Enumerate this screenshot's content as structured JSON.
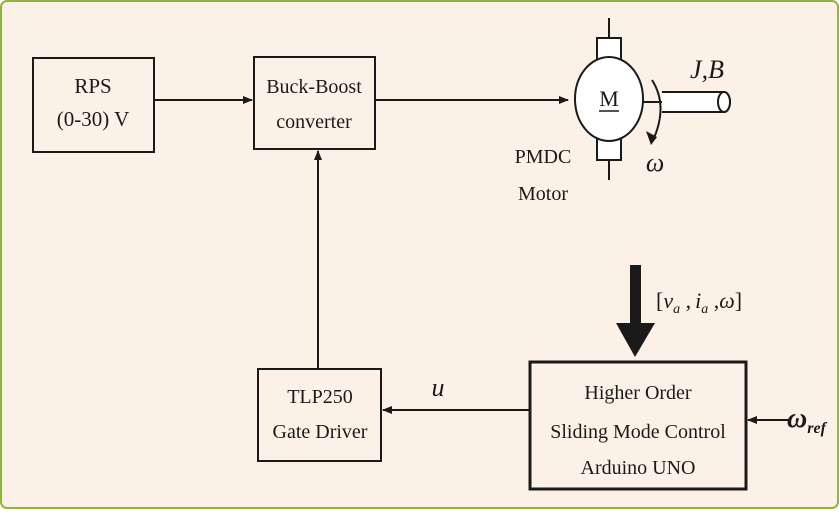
{
  "colors": {
    "background": "#fcf1e6",
    "border": "#8fb53d",
    "stroke": "#1a1a1a"
  },
  "blocks": {
    "rps": {
      "line1": "RPS",
      "line2": "(0-30) V"
    },
    "converter": {
      "line1": "Buck-Boost",
      "line2": "converter"
    },
    "driver": {
      "line1": "TLP250",
      "line2": "Gate Driver"
    },
    "controller": {
      "line1": "Higher Order",
      "line2": "Sliding Mode Control",
      "line3": "Arduino UNO"
    }
  },
  "motor": {
    "symbol": "M",
    "label_line1": "PMDC",
    "label_line2": "Motor",
    "load": "J,B",
    "speed": "ω"
  },
  "signals": {
    "feedback": {
      "open": "[",
      "v": "v",
      "v_sub": "a",
      "sep1": " ,",
      "i": "i",
      "i_sub": "a",
      "sep2": " ,",
      "w": "ω",
      "close": "]"
    },
    "control": "u",
    "reference": {
      "w": "ω",
      "sub": "ref"
    }
  }
}
